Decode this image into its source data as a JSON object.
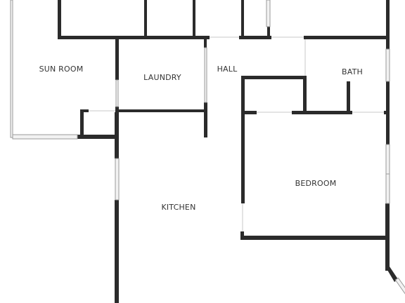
{
  "colors": {
    "wall": "#2b2b2b",
    "window_frame": "#9a9a9a",
    "window_glass": "#f2f2f2",
    "label": "#333333",
    "background": "#ffffff"
  },
  "rooms": {
    "sun_room": "SUN ROOM",
    "laundry": "LAUNDRY",
    "hall": "HALL",
    "bath": "BATH",
    "bedroom": "BEDROOM",
    "kitchen": "KITCHEN"
  }
}
